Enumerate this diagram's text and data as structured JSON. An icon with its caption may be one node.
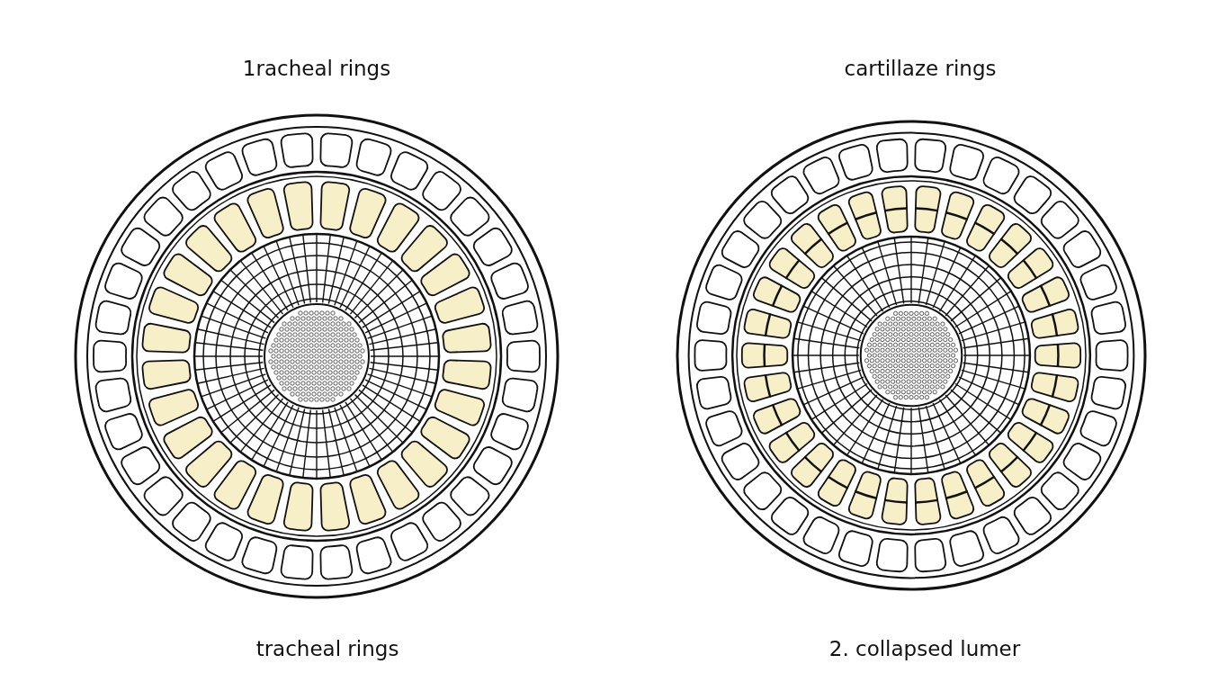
{
  "diagram": {
    "labels": [
      "1racheal rings",
      "cartillaze rings",
      "tracheal rings",
      "2. collapsed lumer"
    ]
  }
}
